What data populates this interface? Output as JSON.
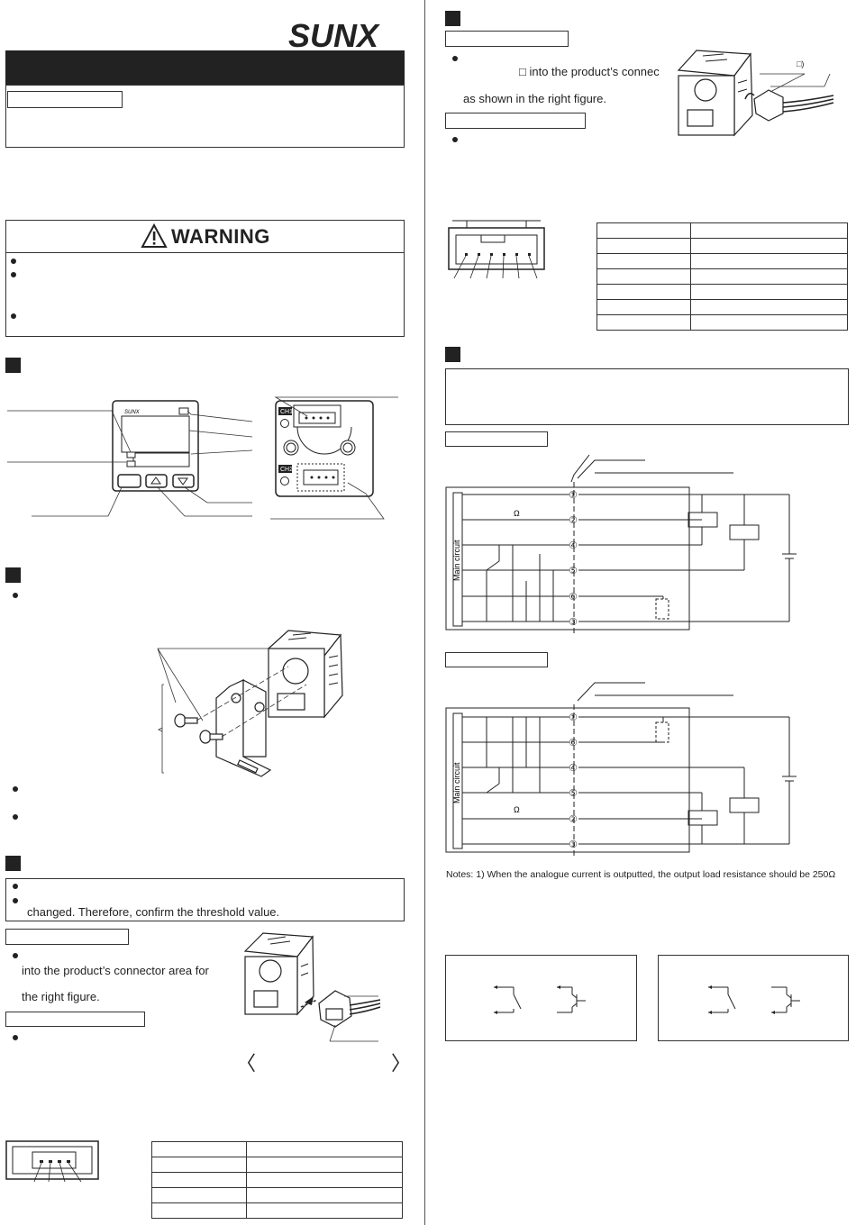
{
  "brand": {
    "logo_text": "SUNX"
  },
  "warning": {
    "title": "WARNING"
  },
  "left": {
    "threshold_note": "changed. Therefore, confirm the threshold value.",
    "connect_text_1": "into the product’s connector area for",
    "connect_text_2": "the right figure."
  },
  "right": {
    "connect_text_1": "□ into the product’s connec",
    "connect_text_2": "as shown in the right figure.",
    "fig_label": "□)",
    "main_circuit_1": "Main circuit",
    "main_circuit_2": "Main circuit",
    "terminals_1": [
      "①",
      "②",
      "④",
      "⑤",
      "⑥",
      "③"
    ],
    "terminals_2": [
      "①",
      "⑥",
      "④",
      "⑤",
      "②",
      "③"
    ],
    "ohm": "Ω",
    "notes": "Notes: 1) When the analogue current is outputted, the output load resistance should be 250Ω"
  },
  "device": {
    "ch1": "CH1",
    "ch2": "CH2"
  }
}
